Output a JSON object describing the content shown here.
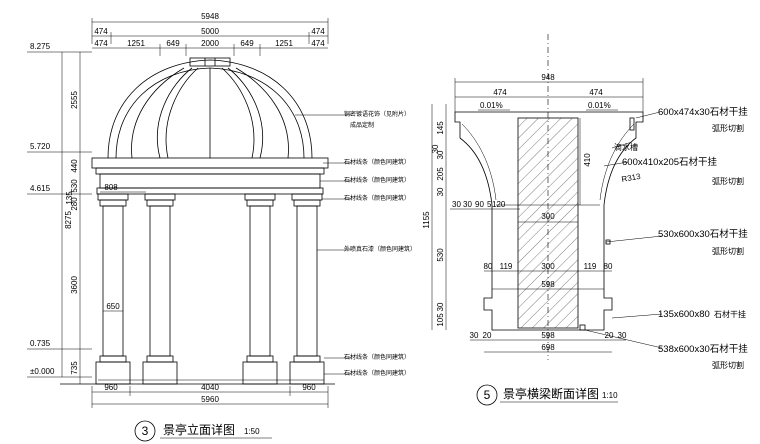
{
  "elevation": {
    "title": "景亭立面详图",
    "scale": "1:50",
    "number": "3",
    "top_dims": [
      "5948"
    ],
    "second_dims": [
      "474",
      "5000",
      "474"
    ],
    "third_dims": [
      "474",
      "1251",
      "649",
      "2000",
      "649",
      "1251",
      "474"
    ],
    "left_levels": [
      "8.275",
      "5.720",
      "4.615",
      "0.735",
      "±0.000"
    ],
    "left_dims_outer": [
      "8275"
    ],
    "left_dims_inner": [
      "2555",
      "440",
      "530",
      "135",
      "280",
      "3600",
      "735"
    ],
    "inner_dims": [
      "808",
      "650"
    ],
    "bottom_dims": [
      "960",
      "4040",
      "960"
    ],
    "bottom_total": "5960",
    "callouts": [
      "铜密镀语花饰（见附片）",
      "成品定制",
      "石材线条（颜色同建筑）",
      "石材线条（颜色同建筑）",
      "石材线条（颜色同建筑）",
      "外喷真石漆（颜色同建筑）",
      "石材线条（颜色同建筑）",
      "石材线条（颜色同建筑）"
    ]
  },
  "section": {
    "title": "景亭横梁断面详图",
    "scale": "1:10",
    "number": "5",
    "top_total": "948",
    "top_halves": [
      "474",
      "474"
    ],
    "slopes": [
      "0.01%",
      "0.01%"
    ],
    "left_dims": [
      "145",
      "30",
      "30",
      "205",
      "30",
      "530",
      "105",
      "30"
    ],
    "left_total": "1155",
    "right_dim": "410",
    "radius": "R313",
    "drip": "滴水槽",
    "mid_small": [
      "30",
      "30",
      "90",
      "5",
      "120"
    ],
    "mid_300_a": "300",
    "row_dims": [
      "80",
      "119",
      "300",
      "119",
      "80"
    ],
    "mid_598": "598",
    "bottom_a": [
      "30",
      "20",
      "598",
      "20",
      "30"
    ],
    "bottom_total": "698",
    "right_labels": [
      {
        "spec": "600x474x30石材干挂",
        "note": "弧形切割"
      },
      {
        "spec": "600x410x205石材干挂",
        "note": "弧形切割"
      },
      {
        "spec": "530x600x30石材干挂",
        "note": "弧形切割"
      },
      {
        "spec": "135x600x80",
        "note": "石材干挂"
      },
      {
        "spec": "538x600x30石材干挂",
        "note": "弧形切割"
      }
    ]
  }
}
